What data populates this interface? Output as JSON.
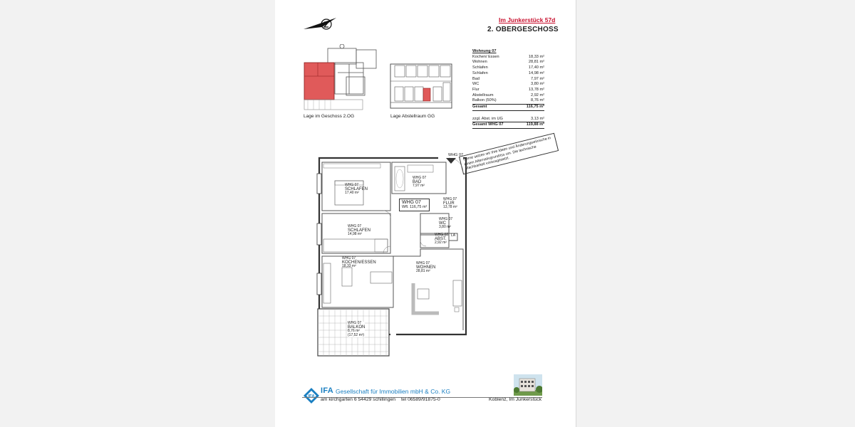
{
  "header": {
    "address": "Im Junkerstück 57d",
    "floor": "2. OBERGESCHOSS"
  },
  "minimaps": {
    "floor_caption": "Lage im Geschoss 2.OG",
    "storage_caption": "Lage Abstellraum GG"
  },
  "area_table": {
    "title": "Wohnung 07",
    "rows": [
      {
        "room": "Kochen/ Essen",
        "area": "18,33 m²"
      },
      {
        "room": "Wohnen",
        "area": "28,81 m²"
      },
      {
        "room": "Schlafen",
        "area": "17,40 m²"
      },
      {
        "room": "Schlafen",
        "area": "14,98 m²"
      },
      {
        "room": "Bad",
        "area": "7,97 m²"
      },
      {
        "room": "WC",
        "area": "3,80 m²"
      },
      {
        "room": "Flur",
        "area": "13,78 m²"
      },
      {
        "room": "Abstellraum",
        "area": "2,92 m²"
      },
      {
        "room": "Balkon   (50%)",
        "area": "8,76 m²"
      }
    ],
    "total_label": "Gesamt",
    "total_value": "116,75 m²",
    "extra_label": "zzgl. Abst. im UG",
    "extra_value": "3,13 m²",
    "grand_label": "Gesamt WHG 07",
    "grand_value": "119,88 m²"
  },
  "note": "Gerne setzen wir Ihre Ideen und Änderungswünsche in einem Alternativgrundriss um. Die technische Machbarkeit vorausgesetzt.",
  "plan": {
    "door_tag": "WHG 07",
    "center_unit": "WHG 07",
    "center_area": "Wfl.  116,75 m²",
    "rooms": {
      "bed1": {
        "unit": "WHG 07",
        "name": "SCHLAFEN",
        "area": "17,40 m²"
      },
      "bath": {
        "unit": "WHG 07",
        "name": "BAD",
        "area": "7,97 m²"
      },
      "hall": {
        "unit": "WHG 07",
        "name": "FLUR",
        "area": "13,78 m²"
      },
      "bed2": {
        "unit": "WHG 07",
        "name": "SCHLAFEN",
        "area": "14,98 m²"
      },
      "wc": {
        "unit": "WHG 07",
        "name": "WC",
        "area": "3,80 m²"
      },
      "store": {
        "unit": "WHG 07",
        "name": "ABST.",
        "area": "2,92 m²"
      },
      "la": "LA",
      "kitchen": {
        "unit": "WHG 07",
        "name": "KOCHEN/ESSEN",
        "area": "18,33 m²"
      },
      "living": {
        "unit": "WHG 07",
        "name": "WOHNEN",
        "area": "28,81 m²"
      },
      "balcony": {
        "unit": "WHG 07",
        "name": "BALKON",
        "area": "8,76 m²",
        "area_full": "(17,52 m²)"
      }
    }
  },
  "footer": {
    "logo_text": "IFA",
    "company_short": "IFA",
    "company_full": "Gesellschaft für Immobilien mbH & Co. KG",
    "address": "am kirchgarten 6   54429 schillingen",
    "phone": "tel 06589/91875-0",
    "location": "Koblenz, Im Junkerstück"
  },
  "colors": {
    "highlight": "#e05a5a",
    "brand_blue": "#1a7fc1",
    "address_red": "#c8102e"
  }
}
